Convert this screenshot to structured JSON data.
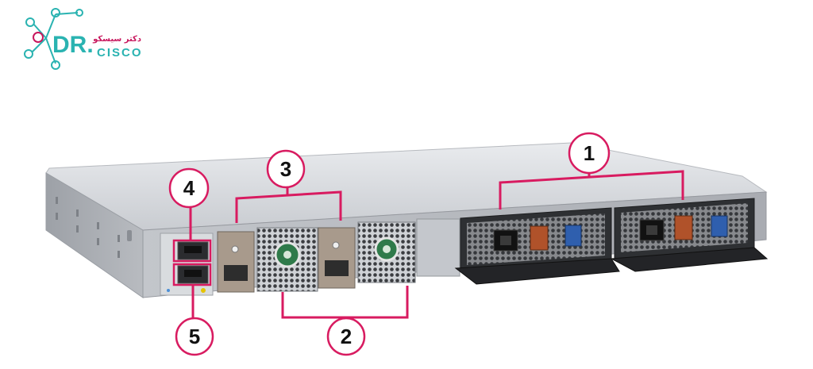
{
  "logo": {
    "brand_main": "DR.",
    "brand_sub": "CISCO",
    "brand_arabic": "دكتر سيسكو",
    "color_primary": "#2ab3b1",
    "color_accent": "#c8175d"
  },
  "callouts": {
    "c1": "1",
    "c2": "2",
    "c3": "3",
    "c4": "4",
    "c5": "5",
    "color": "#d81b60"
  }
}
